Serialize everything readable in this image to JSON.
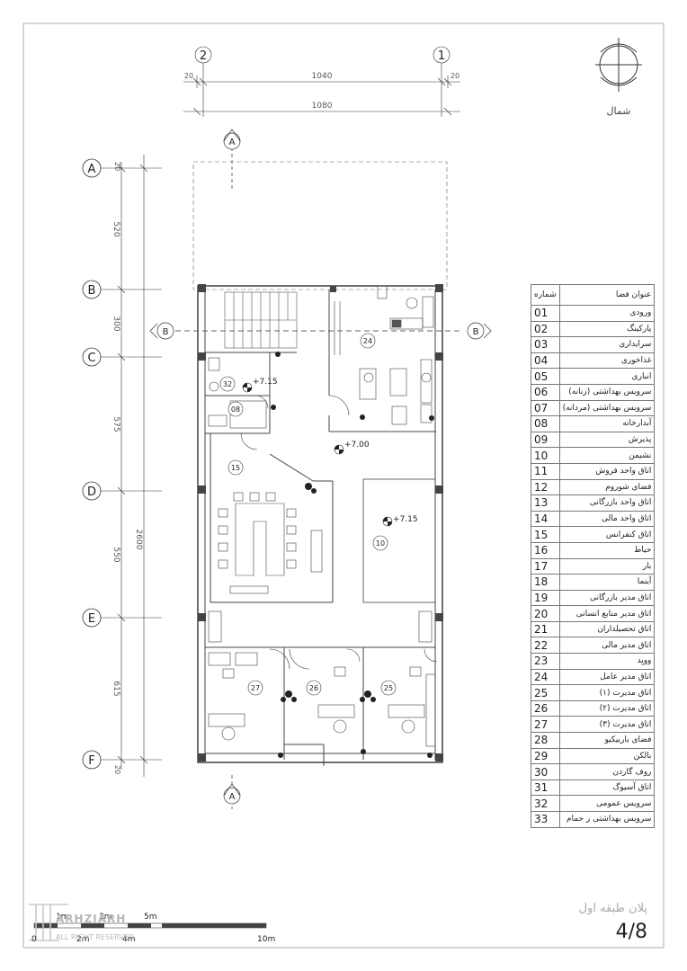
{
  "dimensions": {
    "axis_2": "2",
    "axis_1": "1",
    "top_left": "20",
    "top_right": "20",
    "top_span": "1040",
    "total_width": "1080",
    "left_top": "20",
    "ab": "520",
    "bc": "300",
    "cd": "575",
    "de": "550",
    "ef": "615",
    "left_bottom": "20",
    "total_height": "2600"
  },
  "grid_axes": [
    "A",
    "B",
    "C",
    "D",
    "E",
    "F"
  ],
  "sections": {
    "A": "A",
    "B": "B"
  },
  "levels": {
    "main": "+7.00",
    "room32": "+7.15",
    "room10": "+7.15"
  },
  "room_tags": [
    "24",
    "32",
    "08",
    "15",
    "10",
    "27",
    "26",
    "25"
  ],
  "north_label": "شمال",
  "legend": {
    "header_code": "شماره",
    "header_name": "عنوان فضا",
    "rows": [
      {
        "code": "01",
        "name": "ورودی"
      },
      {
        "code": "02",
        "name": "پارکینگ"
      },
      {
        "code": "03",
        "name": "سرایداری"
      },
      {
        "code": "04",
        "name": "غذاخوری"
      },
      {
        "code": "05",
        "name": "انباری"
      },
      {
        "code": "06",
        "name": "سرویس بهداشتی (زنانه)"
      },
      {
        "code": "07",
        "name": "سرویس بهداشتی (مردانه)"
      },
      {
        "code": "08",
        "name": "آبدارخانه"
      },
      {
        "code": "09",
        "name": "پذیرش"
      },
      {
        "code": "10",
        "name": "نشیمن"
      },
      {
        "code": "11",
        "name": "اتاق واحد فروش"
      },
      {
        "code": "12",
        "name": "فضای شوروم"
      },
      {
        "code": "13",
        "name": "اتاق واحد بازرگانی"
      },
      {
        "code": "14",
        "name": "اتاق واحد مالی"
      },
      {
        "code": "15",
        "name": "اتاق کنفرانس"
      },
      {
        "code": "16",
        "name": "حیاط"
      },
      {
        "code": "17",
        "name": "بار"
      },
      {
        "code": "18",
        "name": "آینما"
      },
      {
        "code": "19",
        "name": "اتاق مدیر بازرگانی"
      },
      {
        "code": "20",
        "name": "اتاق مدیر منابع انسانی"
      },
      {
        "code": "21",
        "name": "اتاق تحصیلداران"
      },
      {
        "code": "22",
        "name": "اتاق مدیر مالی"
      },
      {
        "code": "23",
        "name": "وویِد"
      },
      {
        "code": "24",
        "name": "اتاق مدیر عامل"
      },
      {
        "code": "25",
        "name": "اتاق مدیرت (۱)"
      },
      {
        "code": "26",
        "name": "اتاق مدیرت (۲)"
      },
      {
        "code": "27",
        "name": "اتاق مدیرت (۳)"
      },
      {
        "code": "28",
        "name": "فضای باربیکیو"
      },
      {
        "code": "29",
        "name": "بالکن"
      },
      {
        "code": "30",
        "name": "روف گاردن"
      },
      {
        "code": "31",
        "name": "اتاق آسیوگ"
      },
      {
        "code": "32",
        "name": "سرویس عمومی"
      },
      {
        "code": "33",
        "name": "سرویس بهداشتی ر حمام"
      }
    ]
  },
  "title": "پلان طبقه اول",
  "sheet_no": "4/8",
  "scale": {
    "top": [
      "1m",
      "3m",
      "5m"
    ],
    "bottom": [
      "0",
      "2m",
      "4m",
      "10m"
    ]
  },
  "logo": {
    "name": "ARHZIARH",
    "tagline": "ALL RIGHT RESERVED"
  }
}
